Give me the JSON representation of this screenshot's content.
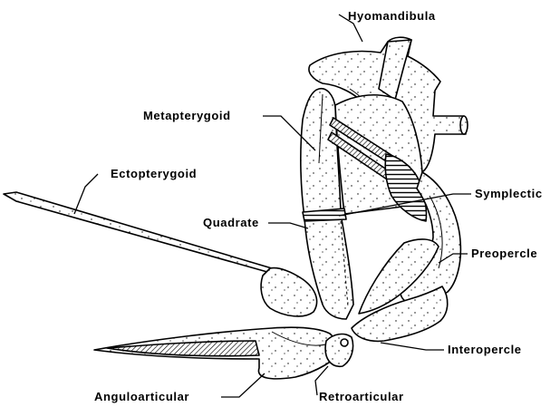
{
  "figure": {
    "labels": {
      "hyomandibula": "Hyomandibula",
      "metapterygoid": "Metapterygoid",
      "ectopterygoid": "Ectopterygoid",
      "symplectic": "Symplectic",
      "quadrate": "Quadrate",
      "preopercle": "Preopercle",
      "interopercle": "Interopercle",
      "anguloarticular": "Anguloarticular",
      "retroarticular": "Retroarticular"
    }
  }
}
